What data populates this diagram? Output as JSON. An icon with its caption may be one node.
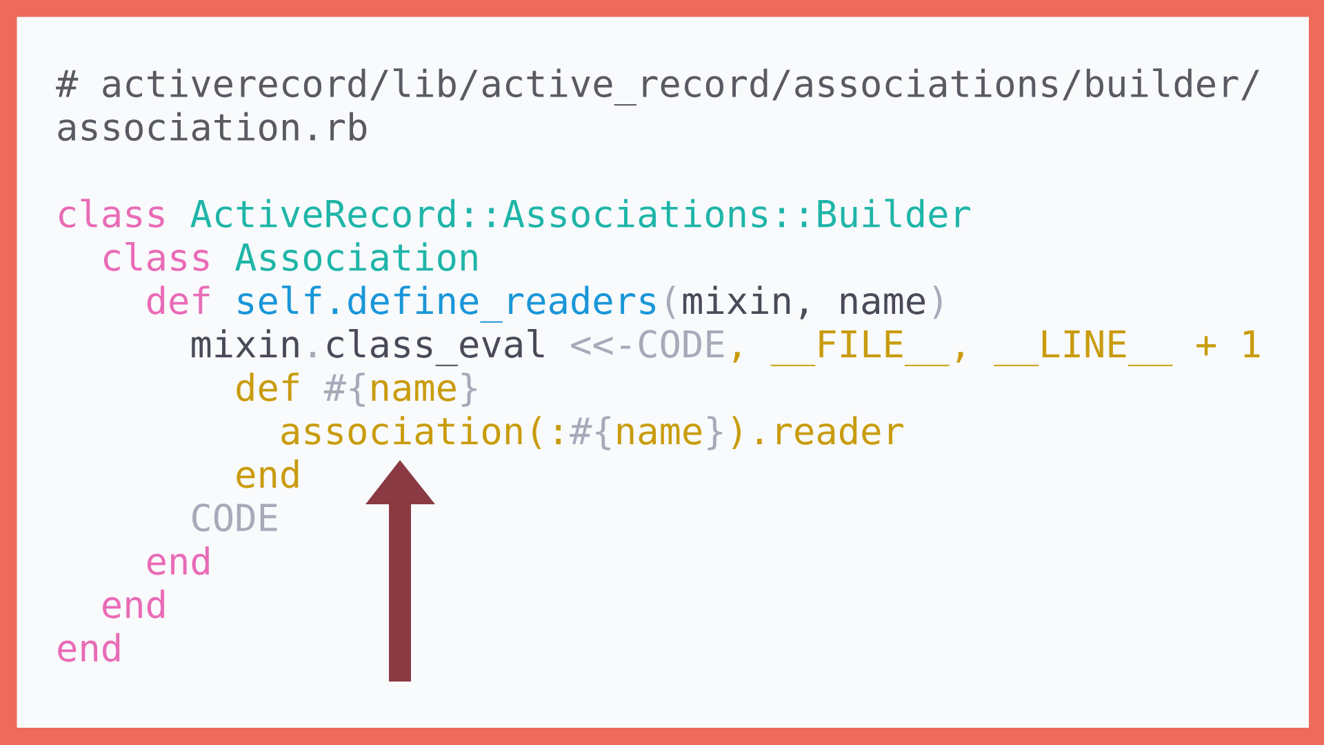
{
  "diagram": {
    "labels": [
      "# activerecord/lib/active_record/associations/builder/",
      "association.rb",
      "class",
      "ActiveRecord::Associations::Builder",
      "class",
      "Association",
      "def",
      "self.define_readers",
      "(",
      "mixin, name",
      ")",
      "mixin",
      ".",
      "class_eval",
      "<<-CODE",
      ", __FILE__, __LINE__ + 1",
      "def",
      "#{",
      "name",
      "}",
      "association(:",
      "#{",
      "name",
      "}",
      ").reader",
      "end",
      "CODE",
      "end",
      "end",
      "end"
    ]
  }
}
